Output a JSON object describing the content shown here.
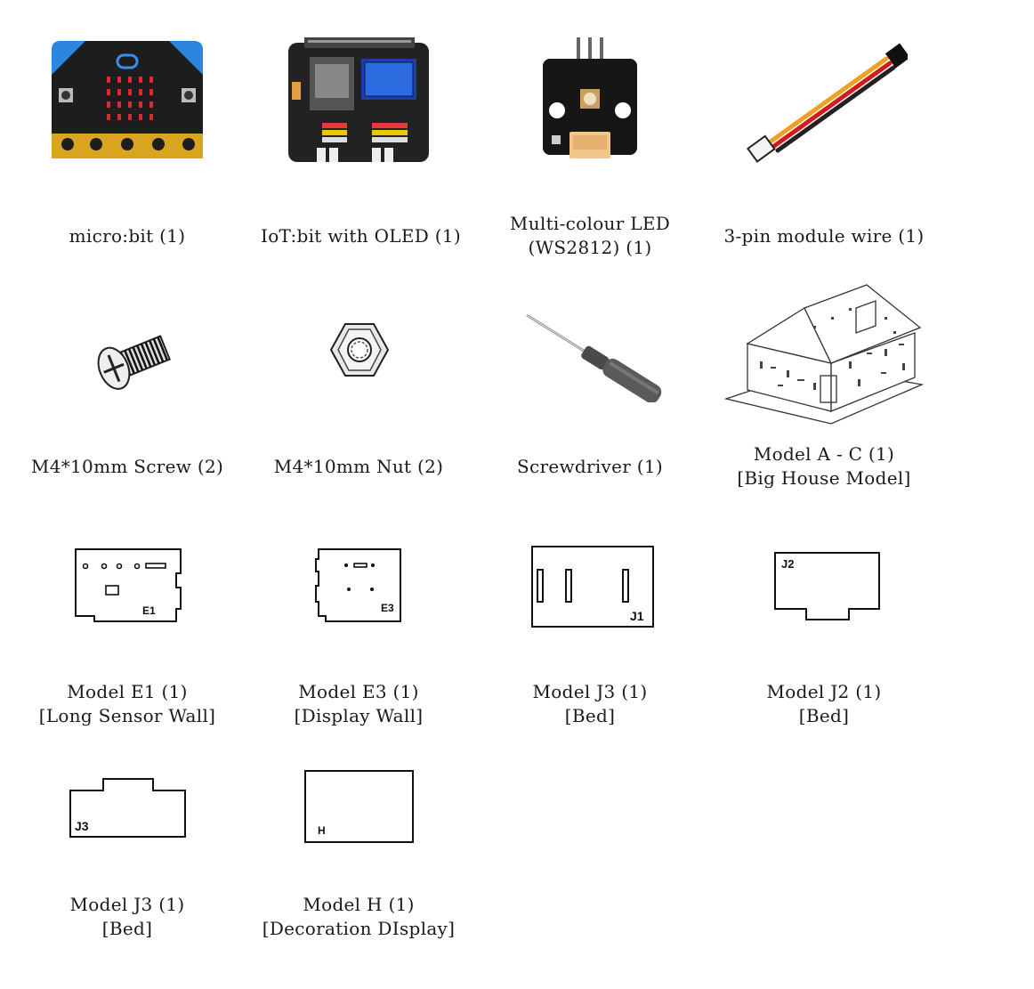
{
  "items": [
    {
      "caption": [
        "micro:bit (1)"
      ],
      "icon": "microbit-board-icon"
    },
    {
      "caption": [
        "IoT:bit with OLED (1)"
      ],
      "icon": "iotbit-board-icon"
    },
    {
      "caption": [
        "Multi-colour LED",
        "(WS2812) (1)"
      ],
      "icon": "rgb-led-module-icon"
    },
    {
      "caption": [
        "3-pin module wire (1)"
      ],
      "icon": "module-wire-icon"
    },
    {
      "caption": [
        "M4*10mm Screw (2)"
      ],
      "icon": "screw-icon"
    },
    {
      "caption": [
        "M4*10mm Nut (2)"
      ],
      "icon": "nut-icon"
    },
    {
      "caption": [
        "Screwdriver (1)"
      ],
      "icon": "screwdriver-icon"
    },
    {
      "caption": [
        "Model A -  C (1)",
        "[Big House Model]"
      ],
      "icon": "house-model-icon"
    },
    {
      "caption": [
        "Model E1 (1)",
        "[Long Sensor Wall]"
      ],
      "icon": "panel-e1-icon",
      "panel_label": "E1"
    },
    {
      "caption": [
        "Model E3 (1)",
        "[Display Wall]"
      ],
      "icon": "panel-e3-icon",
      "panel_label": "E3"
    },
    {
      "caption": [
        "Model J3 (1)",
        "[Bed]"
      ],
      "icon": "panel-j1-icon",
      "panel_label": "J1"
    },
    {
      "caption": [
        "Model J2 (1)",
        "[Bed]"
      ],
      "icon": "panel-j2-icon",
      "panel_label": "J2"
    },
    {
      "caption": [
        "Model J3 (1)",
        "[Bed]"
      ],
      "icon": "panel-j3-icon",
      "panel_label": "J3"
    },
    {
      "caption": [
        "Model H (1)",
        "[Decoration DIsplay]"
      ],
      "icon": "panel-h-icon",
      "panel_label": "H"
    }
  ]
}
